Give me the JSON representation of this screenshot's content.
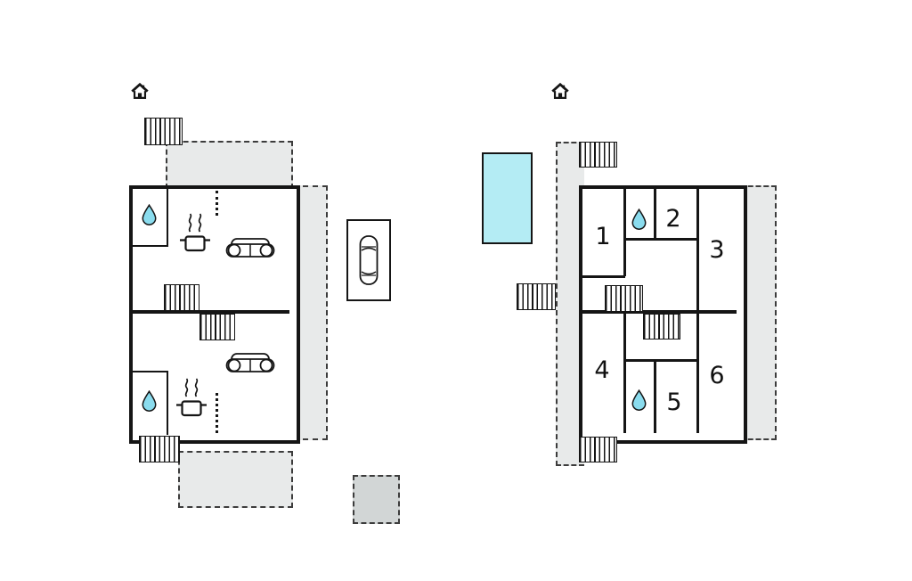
{
  "colors": {
    "wall": "#151515",
    "pool_fill": "#b4ecf4",
    "water_drop_fill": "#8adcee",
    "covered_area_fill": "#e8eaea",
    "patio_fill": "#d2d6d6",
    "background": "#ffffff"
  },
  "icons": {
    "house": "house-icon",
    "stairs": "stairs-icon",
    "water_drop": "water-drop-icon",
    "stove": "stove-pot-icon",
    "sofa": "sofa-icon",
    "car": "car-icon",
    "pool": "swimming-pool"
  },
  "right_plan": {
    "rooms": [
      "1",
      "2",
      "3",
      "4",
      "5",
      "6"
    ]
  }
}
